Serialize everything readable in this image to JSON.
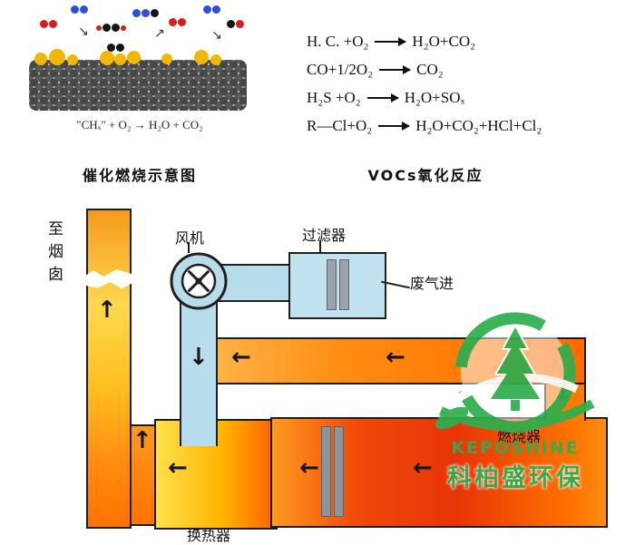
{
  "figure": {
    "formula": "\"CHₓ\" + O₂ → H₂O + CO₂",
    "caption": "催化燃烧示意图"
  },
  "reactions": {
    "caption": "VOCs氧化反应",
    "items": [
      {
        "lhs": "H. C. +O₂",
        "rhs": "H₂O+CO₂"
      },
      {
        "lhs": "CO+1/2O₂",
        "rhs": "CO₂"
      },
      {
        "lhs": "H₂S +O₂",
        "rhs": "H₂O+SOₓ"
      },
      {
        "lhs": "R—Cl+O₂",
        "rhs": "H₂O+CO₂+HCl+Cl₂"
      }
    ]
  },
  "flow": {
    "chimney_label": "至烟囱",
    "fan_label": "风机",
    "filter_label": "过滤器",
    "gas_in_label": "废气进",
    "burner_label": "燃烧器",
    "heat_exchanger_label": "换热器"
  },
  "watermark": {
    "brand": "KEPOSHINE",
    "brand_cn": "科柏盛环保"
  },
  "icons": {
    "arrow_up": "↑",
    "arrow_down": "↓",
    "arrow_left": "←",
    "arrow_se": "↘",
    "arrow_ne": "↗"
  },
  "palette": {
    "brand_green": "#2fae4e",
    "duct_orange": "#ff7300",
    "duct_yellow": "#ffd84d",
    "flame_red": "#e83408",
    "pipe_blue": "#b7dcec"
  }
}
